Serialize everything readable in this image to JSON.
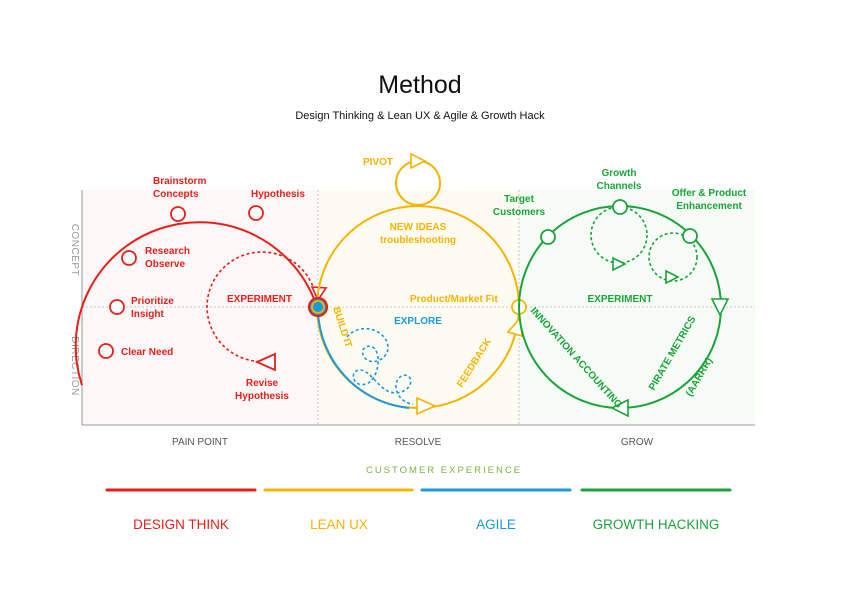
{
  "header": {
    "title": "Method",
    "subtitle": "Design Thinking & Lean UX & Agile & Growth Hack"
  },
  "axes": {
    "y_top": "CONCEPT",
    "y_bottom": "DIRECTION",
    "x_labels": [
      "PAIN POINT",
      "RESOLVE",
      "GROW"
    ]
  },
  "colors": {
    "red": "#e3201b",
    "yellow": "#f5b400",
    "blue": "#1a9ad9",
    "green": "#1aa33a",
    "axis": "#9a9a9a"
  },
  "design_think": {
    "nodes": {
      "clear_need": "Clear Need",
      "prioritize": [
        "Prioritize",
        "Insight"
      ],
      "research": [
        "Research",
        "Observe"
      ],
      "brainstorm": [
        "Brainstorm",
        "Concepts"
      ],
      "hypothesis": "Hypothesis"
    },
    "experiment": "EXPERIMENT",
    "revise": [
      "Revise",
      "Hypothesis"
    ]
  },
  "lean_ux": {
    "pivot": "PIVOT",
    "new_ideas": [
      "NEW IDEAS",
      "troubleshooting"
    ],
    "build_it": "BUILD IT",
    "feedback": "FEEDBACK",
    "pmf": "Product/Market Fit"
  },
  "agile": {
    "explore": "EXPLORE"
  },
  "growth": {
    "target": [
      "Target",
      "Customers"
    ],
    "channels": [
      "Growth",
      "Channels"
    ],
    "offer": [
      "Offer & Product",
      "Enhancement"
    ],
    "experiment": "EXPERIMENT",
    "innovation": "INNOVATION ACCOUNTING",
    "pirate": [
      "PIRATE METRICS",
      "(AARRR)"
    ]
  },
  "footer": {
    "customer_experience": "CUSTOMER EXPERIENCE",
    "legend": [
      "DESIGN THINK",
      "LEAN UX",
      "AGILE",
      "GROWTH HACKING"
    ]
  }
}
